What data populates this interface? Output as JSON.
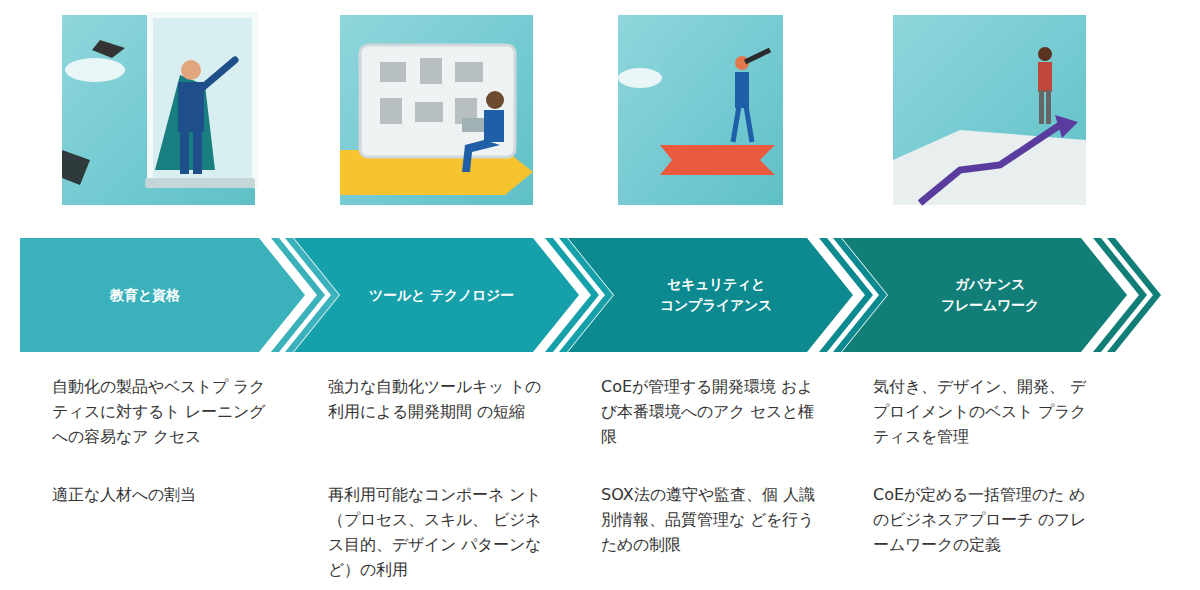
{
  "diagram": {
    "nodes": [
      {
        "text": [
          "教育と資格"
        ]
      },
      {
        "text": [
          "ツールと テクノロジー"
        ]
      },
      {
        "text": [
          "セキュリティと コンプライアンス"
        ]
      },
      {
        "text": [
          "ガバナンス フレームワーク"
        ]
      }
    ],
    "labels": [
      "自動化の製品やベストプ ラクティスに対するト レーニングへの容易なア クセス",
      "適正な人材への割当",
      "強力な自動化ツールキッ トの利用による開発期間 の短縮",
      "再利用可能なコンポーネ ント（プロセス、スキル、 ビジネス目的、デザイン パターンなど）の利用",
      "CoEが管理する開発環境 および本番環境へのアク セスと権限",
      "SOX法の遵守や監査、個 人識別情報、品質管理な どを行うための制限",
      "気付き、デザイン、開発、 デプロイメントのベスト プラクティスを管理",
      "CoEが定める一括管理のた めのビジネスアプローチ のフレームワークの定義"
    ]
  }
}
